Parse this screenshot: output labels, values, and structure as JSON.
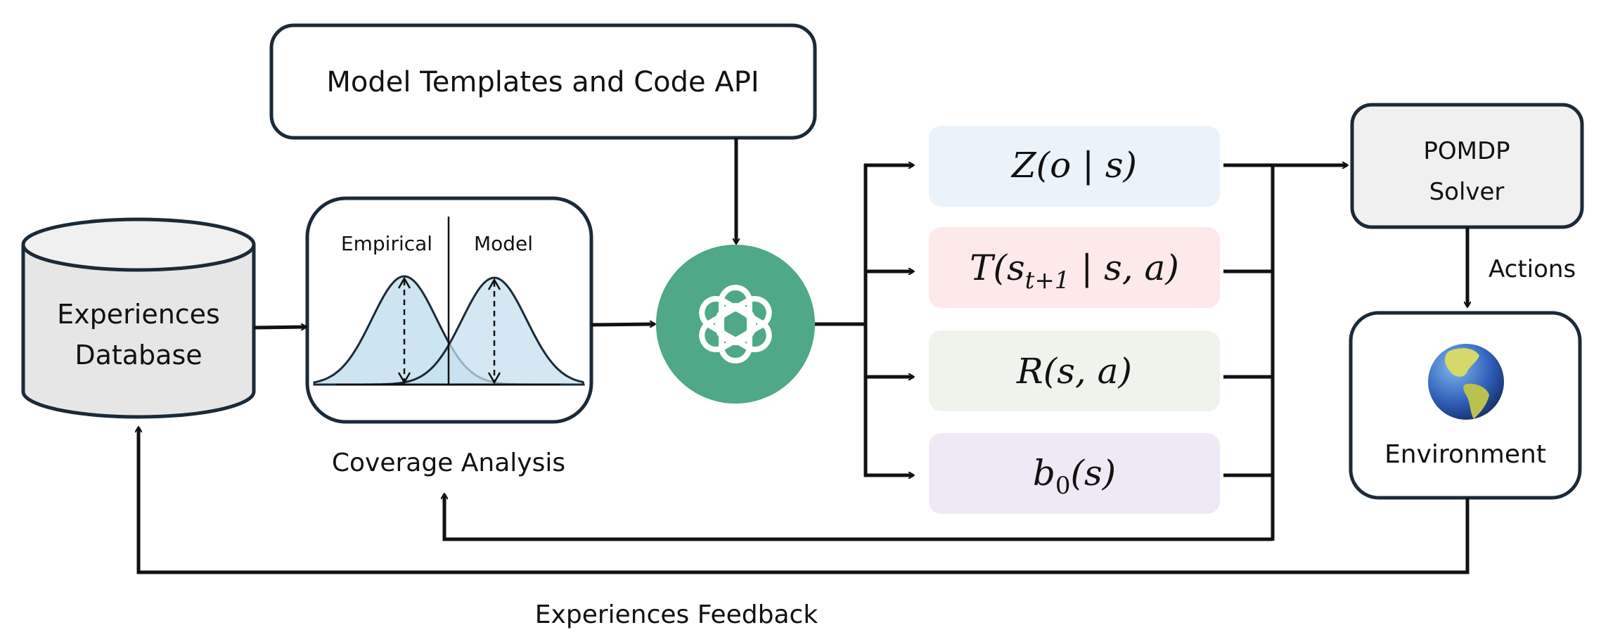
{
  "templates_box": {
    "label": "Model Templates and Code API"
  },
  "database": {
    "line1": "Experiences",
    "line2": "Database"
  },
  "coverage": {
    "empirical_label": "Empirical",
    "model_label": "Model",
    "caption": "Coverage Analysis"
  },
  "llm": {
    "icon": "openai-logo-icon",
    "color": "#4fa886"
  },
  "model_components": [
    {
      "name": "observation",
      "script": "Z",
      "args": "(o | s)",
      "color": "#eaf2fa"
    },
    {
      "name": "transition",
      "script": "T",
      "args_pre": "(s",
      "sub": "t+1",
      "args_post": " | s, a)",
      "color": "#fde9e9"
    },
    {
      "name": "reward",
      "script": "R",
      "args": "(s, a)",
      "color": "#eef4ec"
    },
    {
      "name": "initial-belief",
      "script": "b",
      "sub": "0",
      "args": "(s)",
      "color": "#efe9f5"
    }
  ],
  "solver": {
    "line1": "POMDP",
    "line2": "Solver"
  },
  "actions_label": "Actions",
  "environment": {
    "label": "Environment",
    "icon": "globe-americas-icon"
  },
  "feedback_label": "Experiences Feedback"
}
